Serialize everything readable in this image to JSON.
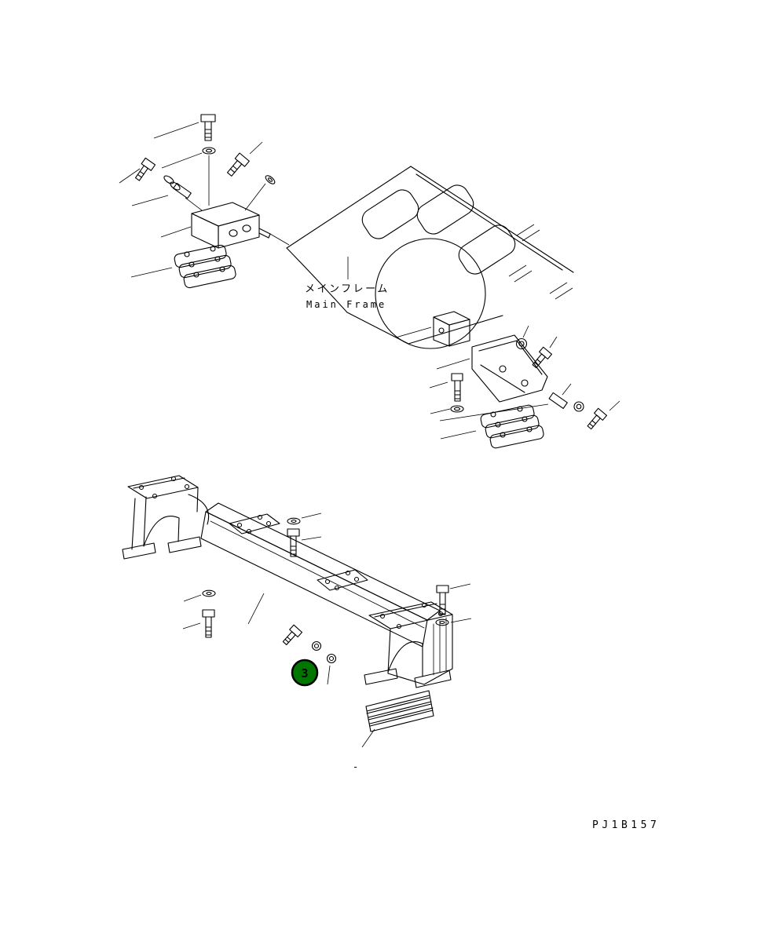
{
  "diagram": {
    "background": "#ffffff",
    "line_color": "#000000",
    "frame_label_ja": "メインフレーム",
    "frame_label_en": "Main Frame",
    "separator": "-",
    "doc_code": "PJ1B157",
    "callout": {
      "number": "3",
      "fill": "#007500",
      "text_color": "#ffffff"
    }
  }
}
